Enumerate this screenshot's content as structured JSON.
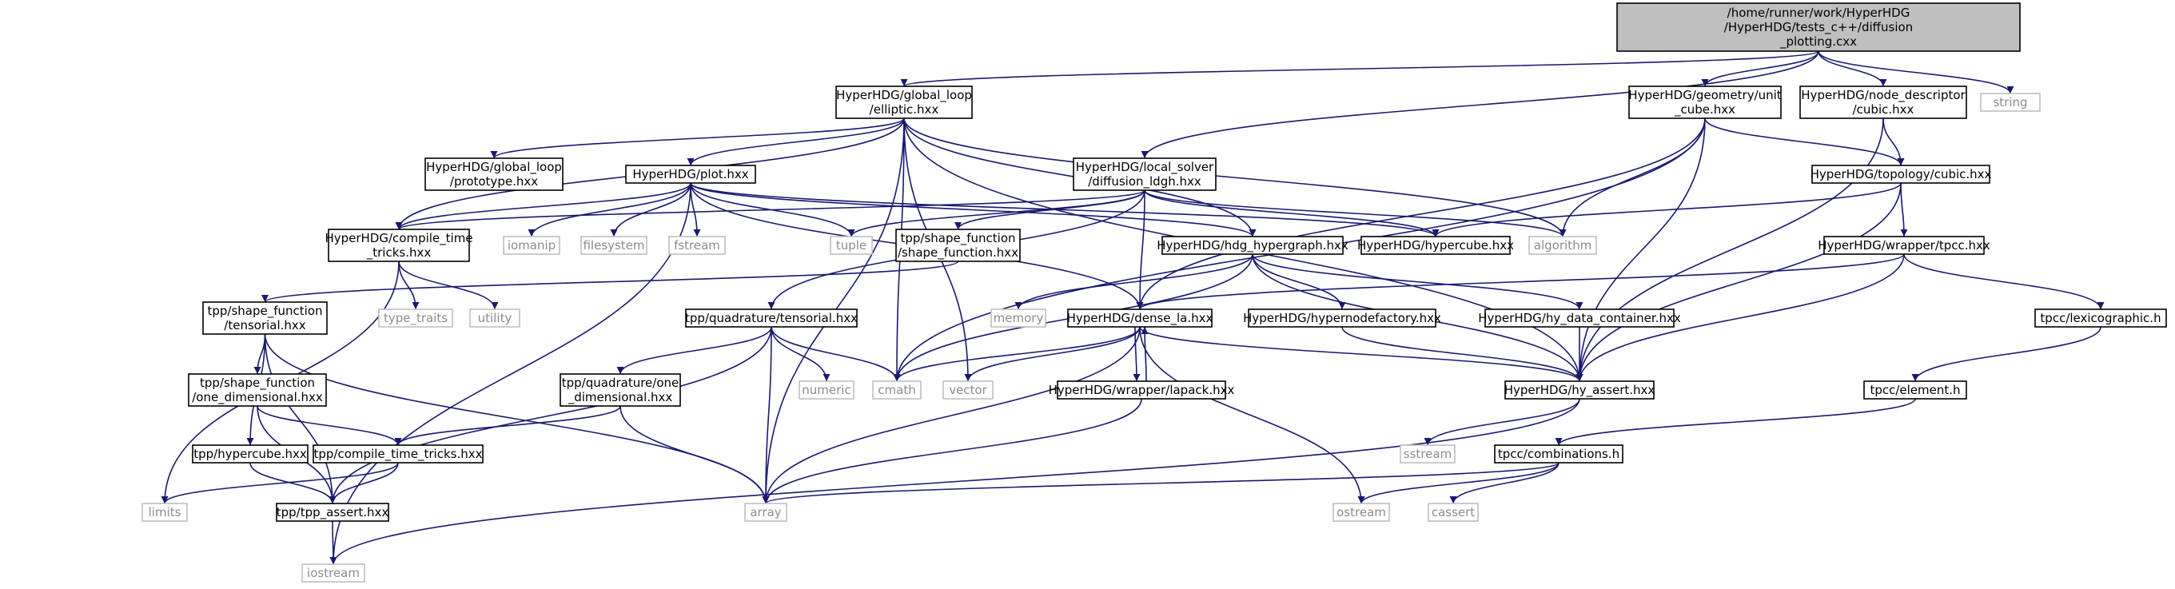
{
  "colors": {
    "edge": "#191970",
    "node_border": "#000000",
    "external_border": "#bfbfbf",
    "root_fill": "#bfbfbf",
    "external_text": "#8c8c8c"
  },
  "nodes": [
    {
      "id": "root",
      "lines": [
        "/home/runner/work/HyperHDG",
        "/HyperHDG/tests_c++/diffusion",
        "_plotting.cxx"
      ],
      "kind": "root"
    },
    {
      "id": "elliptic",
      "lines": [
        "HyperHDG/global_loop",
        "/elliptic.hxx"
      ],
      "kind": "main"
    },
    {
      "id": "diffusion_ldgh",
      "lines": [
        "HyperHDG/local_solver",
        "/diffusion_ldgh.hxx"
      ],
      "kind": "main"
    },
    {
      "id": "unit_cube",
      "lines": [
        "HyperHDG/geometry/unit",
        "_cube.hxx"
      ],
      "kind": "main"
    },
    {
      "id": "node_cubic",
      "lines": [
        "HyperHDG/node_descriptor",
        "/cubic.hxx"
      ],
      "kind": "main"
    },
    {
      "id": "string",
      "lines": [
        "string"
      ],
      "kind": "ext"
    },
    {
      "id": "prototype",
      "lines": [
        "HyperHDG/global_loop",
        "/prototype.hxx"
      ],
      "kind": "main"
    },
    {
      "id": "plot",
      "lines": [
        "HyperHDG/plot.hxx"
      ],
      "kind": "main"
    },
    {
      "id": "topo_cubic",
      "lines": [
        "HyperHDG/topology/cubic.hxx"
      ],
      "kind": "main"
    },
    {
      "id": "compile_time",
      "lines": [
        "HyperHDG/compile_time",
        "_tricks.hxx"
      ],
      "kind": "main"
    },
    {
      "id": "iomanip",
      "lines": [
        "iomanip"
      ],
      "kind": "ext"
    },
    {
      "id": "filesystem",
      "lines": [
        "filesystem"
      ],
      "kind": "ext"
    },
    {
      "id": "fstream",
      "lines": [
        "fstream"
      ],
      "kind": "ext"
    },
    {
      "id": "tuple",
      "lines": [
        "tuple"
      ],
      "kind": "ext"
    },
    {
      "id": "sf_shape",
      "lines": [
        "tpp/shape_function",
        "/shape_function.hxx"
      ],
      "kind": "main"
    },
    {
      "id": "hdg_hypergraph",
      "lines": [
        "HyperHDG/hdg_hypergraph.hxx"
      ],
      "kind": "main"
    },
    {
      "id": "hypercube_hh",
      "lines": [
        "HyperHDG/hypercube.hxx"
      ],
      "kind": "main"
    },
    {
      "id": "algorithm",
      "lines": [
        "algorithm"
      ],
      "kind": "ext"
    },
    {
      "id": "wrapper_tpcc",
      "lines": [
        "HyperHDG/wrapper/tpcc.hxx"
      ],
      "kind": "main"
    },
    {
      "id": "type_traits",
      "lines": [
        "type_traits"
      ],
      "kind": "ext"
    },
    {
      "id": "utility",
      "lines": [
        "utility"
      ],
      "kind": "ext"
    },
    {
      "id": "sf_tensorial",
      "lines": [
        "tpp/shape_function",
        "/tensorial.hxx"
      ],
      "kind": "main"
    },
    {
      "id": "quad_tensorial",
      "lines": [
        "tpp/quadrature/tensorial.hxx"
      ],
      "kind": "main"
    },
    {
      "id": "memory",
      "lines": [
        "memory"
      ],
      "kind": "ext"
    },
    {
      "id": "dense_la",
      "lines": [
        "HyperHDG/dense_la.hxx"
      ],
      "kind": "main"
    },
    {
      "id": "hypernodefactory",
      "lines": [
        "HyperHDG/hypernodefactory.hxx"
      ],
      "kind": "main"
    },
    {
      "id": "hy_data_container",
      "lines": [
        "HyperHDG/hy_data_container.hxx"
      ],
      "kind": "main"
    },
    {
      "id": "lexicographic",
      "lines": [
        "tpcc/lexicographic.h"
      ],
      "kind": "main"
    },
    {
      "id": "sf_one_dim",
      "lines": [
        "tpp/shape_function",
        "/one_dimensional.hxx"
      ],
      "kind": "main"
    },
    {
      "id": "quad_one_dim",
      "lines": [
        "tpp/quadrature/one",
        "_dimensional.hxx"
      ],
      "kind": "main"
    },
    {
      "id": "numeric",
      "lines": [
        "numeric"
      ],
      "kind": "ext"
    },
    {
      "id": "cmath",
      "lines": [
        "cmath"
      ],
      "kind": "ext"
    },
    {
      "id": "vector",
      "lines": [
        "vector"
      ],
      "kind": "ext"
    },
    {
      "id": "lapack",
      "lines": [
        "HyperHDG/wrapper/lapack.hxx"
      ],
      "kind": "main"
    },
    {
      "id": "hy_assert",
      "lines": [
        "HyperHDG/hy_assert.hxx"
      ],
      "kind": "main"
    },
    {
      "id": "element",
      "lines": [
        "tpcc/element.h"
      ],
      "kind": "main"
    },
    {
      "id": "tpp_hypercube",
      "lines": [
        "tpp/hypercube.hxx"
      ],
      "kind": "main"
    },
    {
      "id": "tpp_compile",
      "lines": [
        "tpp/compile_time_tricks.hxx"
      ],
      "kind": "main"
    },
    {
      "id": "sstream",
      "lines": [
        "sstream"
      ],
      "kind": "ext"
    },
    {
      "id": "combinations",
      "lines": [
        "tpcc/combinations.h"
      ],
      "kind": "main"
    },
    {
      "id": "limits",
      "lines": [
        "limits"
      ],
      "kind": "ext"
    },
    {
      "id": "tpp_assert",
      "lines": [
        "tpp/tpp_assert.hxx"
      ],
      "kind": "main"
    },
    {
      "id": "array",
      "lines": [
        "array"
      ],
      "kind": "ext"
    },
    {
      "id": "ostream",
      "lines": [
        "ostream"
      ],
      "kind": "ext"
    },
    {
      "id": "cassert",
      "lines": [
        "cassert"
      ],
      "kind": "ext"
    },
    {
      "id": "iostream",
      "lines": [
        "iostream"
      ],
      "kind": "ext"
    }
  ],
  "edges": [
    [
      "root",
      "elliptic"
    ],
    [
      "root",
      "diffusion_ldgh"
    ],
    [
      "root",
      "unit_cube"
    ],
    [
      "root",
      "node_cubic"
    ],
    [
      "root",
      "string"
    ],
    [
      "elliptic",
      "prototype"
    ],
    [
      "elliptic",
      "plot"
    ],
    [
      "elliptic",
      "compile_time"
    ],
    [
      "elliptic",
      "hdg_hypergraph"
    ],
    [
      "elliptic",
      "algorithm"
    ],
    [
      "elliptic",
      "array"
    ],
    [
      "elliptic",
      "cmath"
    ],
    [
      "elliptic",
      "vector"
    ],
    [
      "elliptic",
      "hy_assert"
    ],
    [
      "plot",
      "compile_time"
    ],
    [
      "plot",
      "iomanip"
    ],
    [
      "plot",
      "filesystem"
    ],
    [
      "plot",
      "fstream"
    ],
    [
      "plot",
      "tuple"
    ],
    [
      "plot",
      "hdg_hypergraph"
    ],
    [
      "plot",
      "hypercube_hh"
    ],
    [
      "plot",
      "dense_la"
    ],
    [
      "plot",
      "iostream"
    ],
    [
      "diffusion_ldgh",
      "tuple"
    ],
    [
      "diffusion_ldgh",
      "sf_shape"
    ],
    [
      "diffusion_ldgh",
      "hypercube_hh"
    ],
    [
      "diffusion_ldgh",
      "algorithm"
    ],
    [
      "diffusion_ldgh",
      "quad_tensorial"
    ],
    [
      "diffusion_ldgh",
      "dense_la"
    ],
    [
      "diffusion_ldgh",
      "compile_time"
    ],
    [
      "unit_cube",
      "topo_cubic"
    ],
    [
      "unit_cube",
      "algorithm"
    ],
    [
      "unit_cube",
      "dense_la"
    ],
    [
      "unit_cube",
      "hy_assert"
    ],
    [
      "unit_cube",
      "cmath"
    ],
    [
      "node_cubic",
      "topo_cubic"
    ],
    [
      "node_cubic",
      "hy_assert"
    ],
    [
      "topo_cubic",
      "hypercube_hh"
    ],
    [
      "topo_cubic",
      "wrapper_tpcc"
    ],
    [
      "topo_cubic",
      "hy_assert"
    ],
    [
      "compile_time",
      "type_traits"
    ],
    [
      "compile_time",
      "utility"
    ],
    [
      "compile_time",
      "limits"
    ],
    [
      "sf_shape",
      "sf_tensorial"
    ],
    [
      "hdg_hypergraph",
      "memory"
    ],
    [
      "hdg_hypergraph",
      "hypernodefactory"
    ],
    [
      "hdg_hypergraph",
      "hy_data_container"
    ],
    [
      "hdg_hypergraph",
      "hy_assert"
    ],
    [
      "hdg_hypergraph",
      "cmath"
    ],
    [
      "wrapper_tpcc",
      "lexicographic"
    ],
    [
      "wrapper_tpcc",
      "hy_assert"
    ],
    [
      "wrapper_tpcc",
      "dense_la"
    ],
    [
      "sf_tensorial",
      "sf_one_dim"
    ],
    [
      "sf_tensorial",
      "tpp_hypercube"
    ],
    [
      "sf_tensorial",
      "tpp_assert"
    ],
    [
      "sf_tensorial",
      "array"
    ],
    [
      "quad_tensorial",
      "quad_one_dim"
    ],
    [
      "quad_tensorial",
      "numeric"
    ],
    [
      "quad_tensorial",
      "cmath"
    ],
    [
      "quad_tensorial",
      "array"
    ],
    [
      "quad_tensorial",
      "tpp_assert"
    ],
    [
      "dense_la",
      "cmath"
    ],
    [
      "dense_la",
      "vector"
    ],
    [
      "dense_la",
      "lapack"
    ],
    [
      "dense_la",
      "hy_assert"
    ],
    [
      "dense_la",
      "array"
    ],
    [
      "dense_la",
      "ostream"
    ],
    [
      "lapack",
      "dense_la"
    ],
    [
      "lapack",
      "array"
    ],
    [
      "hypernodefactory",
      "hy_assert"
    ],
    [
      "hy_data_container",
      "hy_assert"
    ],
    [
      "lexicographic",
      "element"
    ],
    [
      "sf_one_dim",
      "tpp_compile"
    ],
    [
      "sf_one_dim",
      "tpp_assert"
    ],
    [
      "quad_one_dim",
      "tpp_compile"
    ],
    [
      "quad_one_dim",
      "array"
    ],
    [
      "hy_assert",
      "sstream"
    ],
    [
      "hy_assert",
      "iostream"
    ],
    [
      "element",
      "combinations"
    ],
    [
      "tpp_hypercube",
      "tpp_assert"
    ],
    [
      "tpp_compile",
      "tpp_assert"
    ],
    [
      "tpp_compile",
      "limits"
    ],
    [
      "combinations",
      "array"
    ],
    [
      "combinations",
      "ostream"
    ],
    [
      "combinations",
      "cassert"
    ],
    [
      "tpp_assert",
      "iostream"
    ]
  ]
}
